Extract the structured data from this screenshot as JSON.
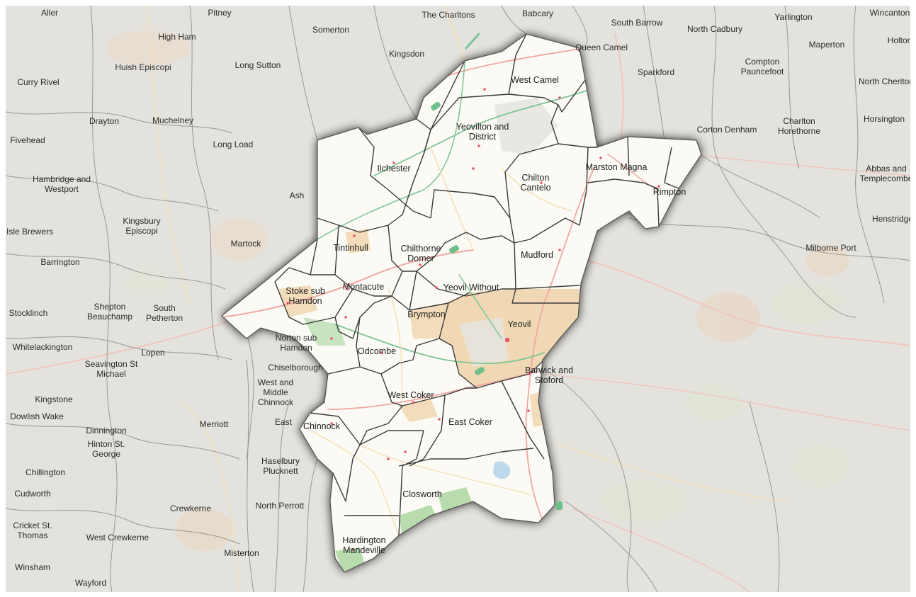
{
  "map": {
    "colors": {
      "background": "#e4e2dc",
      "district_fill": "#fbfaf4",
      "urban_fill": "#f1d8b4",
      "green_fill": "#b8dcae",
      "ward_border": "#3a3a3a",
      "road_major": "#f0a8a0",
      "road_green": "#7cc596",
      "parish_line": "#8a8a8a"
    },
    "district_labels": [
      {
        "text": "West Camel"
      },
      {
        "text": "Yeovilton and\nDistrict"
      },
      {
        "text": "Ilchester"
      },
      {
        "text": "Chilton\nCantelo"
      },
      {
        "text": "Marston Magna"
      },
      {
        "text": "Rimpton"
      },
      {
        "text": "Tintinhull"
      },
      {
        "text": "Chilthorne\nDomer"
      },
      {
        "text": "Mudford"
      },
      {
        "text": "Stoke sub\nHamdon"
      },
      {
        "text": "Montacute"
      },
      {
        "text": "Yeovil Without"
      },
      {
        "text": "Brympton"
      },
      {
        "text": "Yeovil"
      },
      {
        "text": "Odcombe"
      },
      {
        "text": "Barwick and\nStoford"
      },
      {
        "text": "West Coker"
      },
      {
        "text": "East Coker"
      },
      {
        "text": "Chinnock"
      },
      {
        "text": "Closworth"
      },
      {
        "text": "Hardington\nMandeville"
      }
    ],
    "place_labels": [
      {
        "text": "Aller"
      },
      {
        "text": "Pitney"
      },
      {
        "text": "High Ham"
      },
      {
        "text": "Somerton"
      },
      {
        "text": "The Charltons"
      },
      {
        "text": "Babcary"
      },
      {
        "text": "South Barrow"
      },
      {
        "text": "North Cadbury"
      },
      {
        "text": "Yarlington"
      },
      {
        "text": "Wincanton"
      },
      {
        "text": "Holton"
      },
      {
        "text": "Huish Episcopi"
      },
      {
        "text": "Long Sutton"
      },
      {
        "text": "Kingsdon"
      },
      {
        "text": "Queen Camel"
      },
      {
        "text": "Sparkford"
      },
      {
        "text": "Compton\nPauncefoot"
      },
      {
        "text": "Maperton"
      },
      {
        "text": "North Cheriton"
      },
      {
        "text": "Curry Rivel"
      },
      {
        "text": "Drayton"
      },
      {
        "text": "Muchelney"
      },
      {
        "text": "Corton Denham"
      },
      {
        "text": "Charlton\nHorethorne"
      },
      {
        "text": "Horsington"
      },
      {
        "text": "Fivehead"
      },
      {
        "text": "Long Load"
      },
      {
        "text": "Hambridge and\nWestport"
      },
      {
        "text": "Abbas and\nTemplecombe"
      },
      {
        "text": "Ash"
      },
      {
        "text": "Kingsbury\nEpiscopi"
      },
      {
        "text": "Isle Brewers"
      },
      {
        "text": "Henstridge"
      },
      {
        "text": "Martock"
      },
      {
        "text": "Milborne Port"
      },
      {
        "text": "Barrington"
      },
      {
        "text": "Shepton\nBeauchamp"
      },
      {
        "text": "South\nPetherton"
      },
      {
        "text": "Stocklinch"
      },
      {
        "text": "Norton sub\nHamdon"
      },
      {
        "text": "Whitelackington"
      },
      {
        "text": "Seavington St\nMichael"
      },
      {
        "text": "Lopen"
      },
      {
        "text": "Chiselborough"
      },
      {
        "text": "West and\nMiddle\nChinnock"
      },
      {
        "text": "Kingstone"
      },
      {
        "text": "Dowlish Wake"
      },
      {
        "text": "Merriott"
      },
      {
        "text": "East"
      },
      {
        "text": "Dinnington"
      },
      {
        "text": "Hinton St.\nGeorge"
      },
      {
        "text": "Haselbury\nPlucknett"
      },
      {
        "text": "Chillington"
      },
      {
        "text": "Cudworth"
      },
      {
        "text": "Crewkerne"
      },
      {
        "text": "North Perrott"
      },
      {
        "text": "Cricket St.\nThomas"
      },
      {
        "text": "West Crewkerne"
      },
      {
        "text": "Misterton"
      },
      {
        "text": "Winsham"
      },
      {
        "text": "Wayford"
      }
    ]
  }
}
